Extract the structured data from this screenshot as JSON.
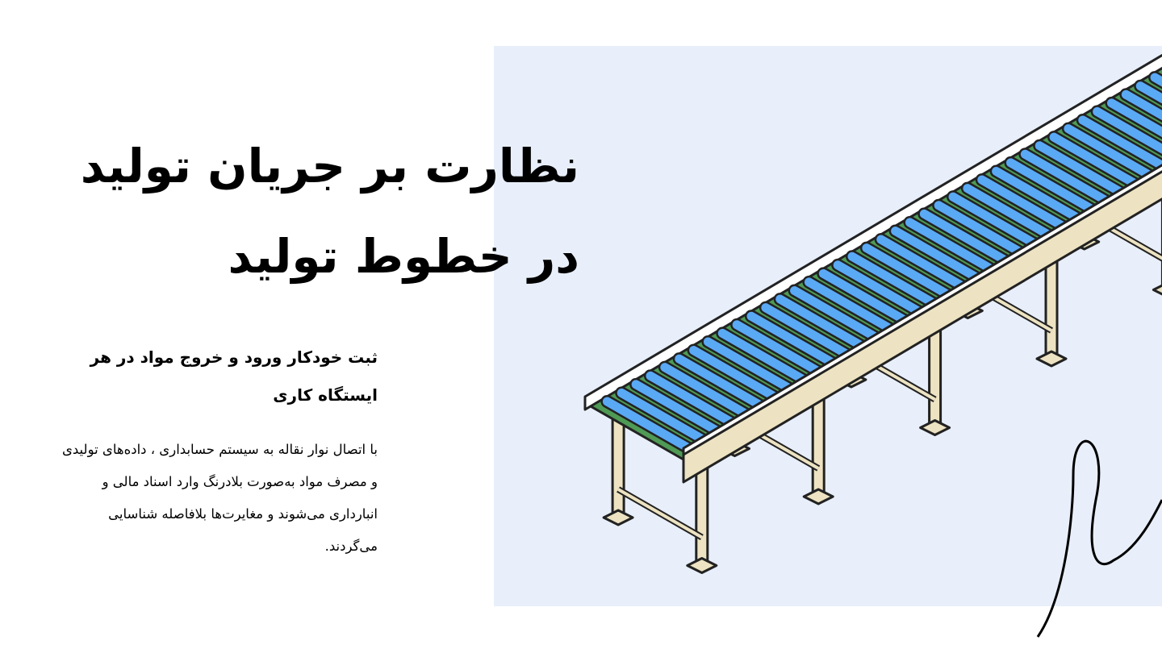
{
  "hero": {
    "title": "نظارت بر جریان تولید در خطوط تولید",
    "subtitle": "ثبت خودکار ورود و خروج مواد در هر ایستگاه کاری",
    "description": "با اتصال نوار نقاله به سیستم حسابداری ، داده‌های تولیدی و مصرف مواد به‌صورت بلادرنگ وارد اسناد مالی و انبارداری می‌شوند و مغایرت‌ها بلافاصله شناسایی می‌گردند."
  },
  "illustration": {
    "name": "roller-conveyor",
    "colors": {
      "panel": "#e8effa",
      "rollers": "#5aa9f5",
      "belt": "#4f9a55",
      "frame": "#ede3c2",
      "outline": "#222222"
    }
  }
}
